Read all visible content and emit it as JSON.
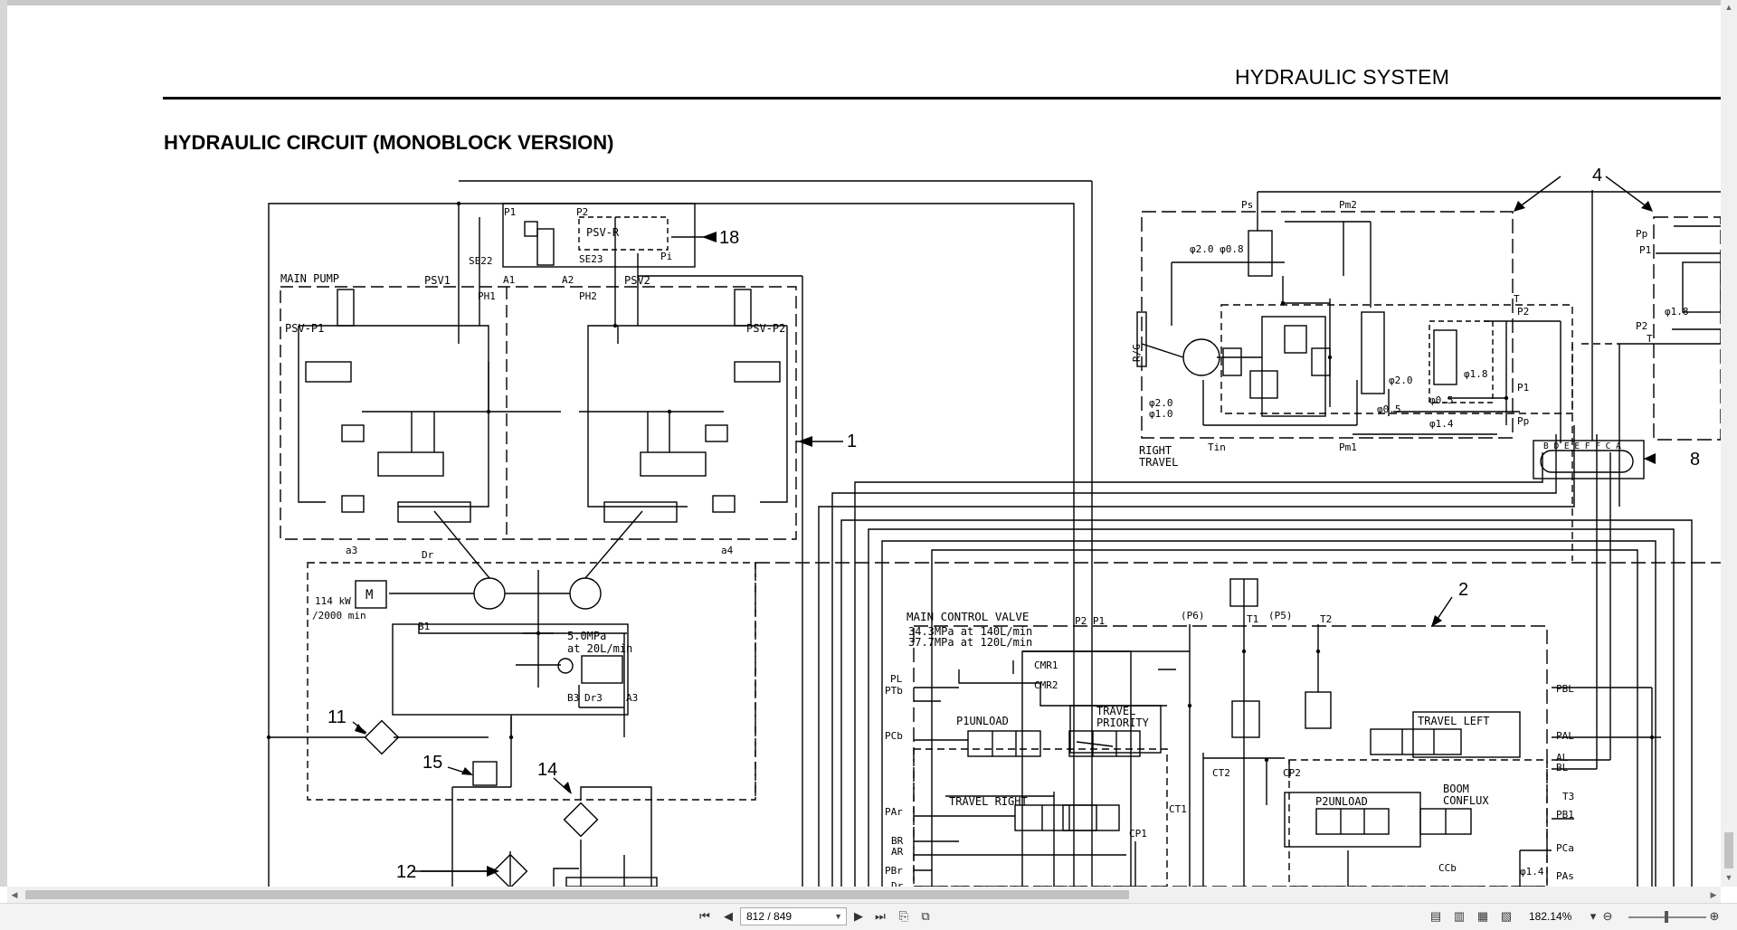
{
  "document": {
    "header_title": "HYDRAULIC SYSTEM",
    "section_title": "HYDRAULIC CIRCUIT (MONOBLOCK VERSION)"
  },
  "diagram": {
    "callouts": [
      "1",
      "2",
      "4",
      "8",
      "11",
      "12",
      "14",
      "15",
      "18"
    ],
    "labels": {
      "main_pump": "MAIN PUMP",
      "psv1": "PSV1",
      "psv2": "PSV2",
      "psv_p1": "PSV-P1",
      "psv_p2": "PSV-P2",
      "psv_r": "PSV-R",
      "se22": "SE22",
      "se23": "SE23",
      "p1": "P1",
      "p2": "P2",
      "pi": "Pi",
      "a1": "A1",
      "a2": "A2",
      "ph1": "PH1",
      "ph2": "PH2",
      "a3": "a3",
      "a4": "a4",
      "dr": "Dr",
      "b1": "B1",
      "b3": "B3",
      "dr3": "Dr3",
      "a3_port": "A3",
      "motor_m": "M",
      "power": "114 kW",
      "speed": "/2000 min",
      "pressure_1": "5.0MPa",
      "flow_1": "at 20L/min",
      "mcv": "MAIN CONTROL VALVE",
      "mcv_spec1": "34.3MPa at 140L/min",
      "mcv_spec2": "37.7MPa at 120L/min",
      "p2p1": "P2 P1",
      "p6": "(P6)",
      "p5": "(P5)",
      "t1": "T1",
      "t2": "T2",
      "t3": "T3",
      "cmr1": "CMR1",
      "cmr2": "CMR2",
      "pl": "PL",
      "ptb": "PTb",
      "pcb": "PCb",
      "par": "PAr",
      "br": "BR",
      "ar": "AR",
      "pbr": "PBr",
      "dr_lower": "Dr",
      "p1unload": "P1UNLOAD",
      "travel_priority_1": "TRAVEL",
      "travel_priority_2": "PRIORITY",
      "travel_right": "TRAVEL RIGHT",
      "travel_left": "TRAVEL LEFT",
      "p2unload": "P2UNLOAD",
      "boom_conflux_1": "BOOM",
      "boom_conflux_2": "CONFLUX",
      "ct1": "CT1",
      "ct2": "CT2",
      "cp1": "CP1",
      "cp2": "CP2",
      "ccb": "CCb",
      "pbl": "PBL",
      "pal": "PAL",
      "al": "AL",
      "bl": "BL",
      "pb1": "PB1",
      "pca": "PCa",
      "pas": "PAs",
      "phi14b": "φ1.4",
      "ps": "Ps",
      "pm2": "Pm2",
      "pm1": "Pm1",
      "tin": "Tin",
      "pp": "Pp",
      "right_travel_1": "RIGHT",
      "right_travel_2": "TRAVEL",
      "rg": "R/G",
      "phi20_08": "φ2.0 φ0.8",
      "phi20": "φ2.0",
      "phi10": "φ1.0",
      "phi20b": "φ2.0",
      "phi05": "φ0.5",
      "phi05b": "φ0.5",
      "phi18": "φ1.8",
      "phi18b": "φ1.8",
      "phi14": "φ1.4",
      "t_port": "T",
      "p2_port": "P2",
      "p1_port": "P1",
      "swivel_ports": "B D E E F F C A",
      "pp_right": "Pp",
      "p1_right": "P1",
      "p2_right": "P2",
      "t_right": "T"
    }
  },
  "toolbar": {
    "page_value": "812 / 849",
    "zoom_value": "182.14%"
  }
}
